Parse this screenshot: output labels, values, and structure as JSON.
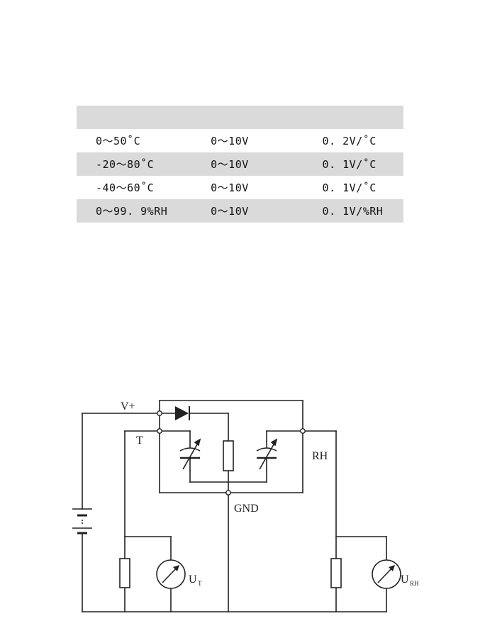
{
  "table": {
    "header": [
      "",
      "",
      ""
    ],
    "rows": [
      {
        "range": "0～50˚C",
        "output": "0～10V",
        "coefficient": "0. 2V/˚C"
      },
      {
        "range": "-20～80˚C",
        "output": "0～10V",
        "coefficient": "0. 1V/˚C"
      },
      {
        "range": "-40～60˚C",
        "output": "0～10V",
        "coefficient": "0. 1V/˚C"
      },
      {
        "range": "0～99. 9%RH",
        "output": "0～10V",
        "coefficient": "0. 1V/%RH"
      }
    ]
  },
  "circuit": {
    "label_vplus": "V+",
    "label_t": "T",
    "label_rh": "RH",
    "label_gnd": "GND",
    "label_ut": "U",
    "label_ut_sub": "T",
    "label_urh": "U",
    "label_urh_sub": "RH"
  }
}
